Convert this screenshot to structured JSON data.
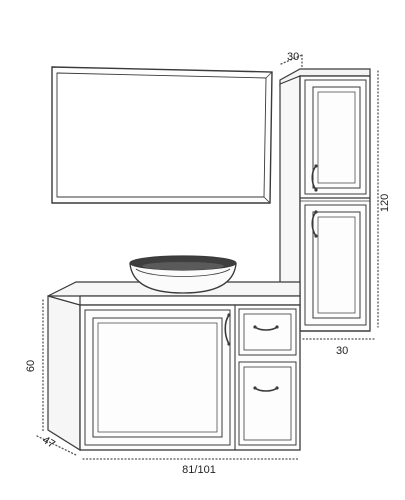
{
  "dimensions": {
    "tall_cabinet_top_width": "30",
    "tall_cabinet_bottom_width": "30",
    "tall_cabinet_height": "120",
    "vanity_height": "60",
    "vanity_depth": "47",
    "vanity_width": "81/101"
  },
  "colors": {
    "line": "#3a3a3a",
    "panel": "#fdfdfd",
    "mirror_glass": "#ffffff",
    "basin_inner": "#3e3e3e",
    "dimension_dots": "#555555"
  }
}
